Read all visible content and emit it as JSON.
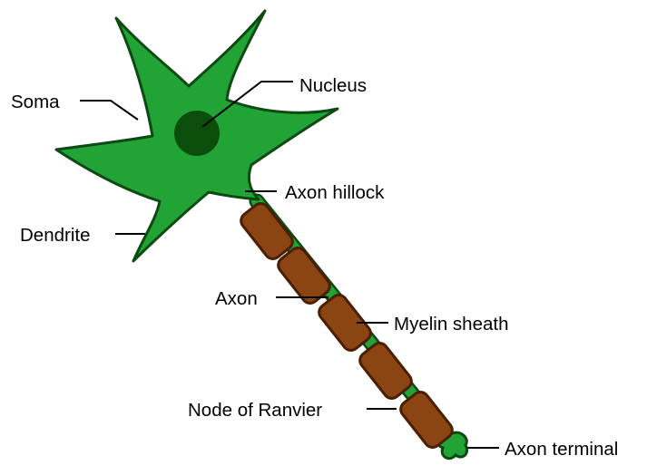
{
  "labels": {
    "soma": "Soma",
    "nucleus": "Nucleus",
    "axon_hillock": "Axon hillock",
    "dendrite": "Dendrite",
    "axon": "Axon",
    "myelin_sheath": "Myelin sheath",
    "node_of_ranvier": "Node of Ranvier",
    "axon_terminal": "Axon terminal"
  },
  "colors": {
    "cell_body": "#22a336",
    "cell_outline": "#0c4a12",
    "nucleus": "#0b4d0b",
    "myelin": "#8b4513",
    "myelin_outline": "#4a1e00",
    "axon": "#22a336"
  }
}
